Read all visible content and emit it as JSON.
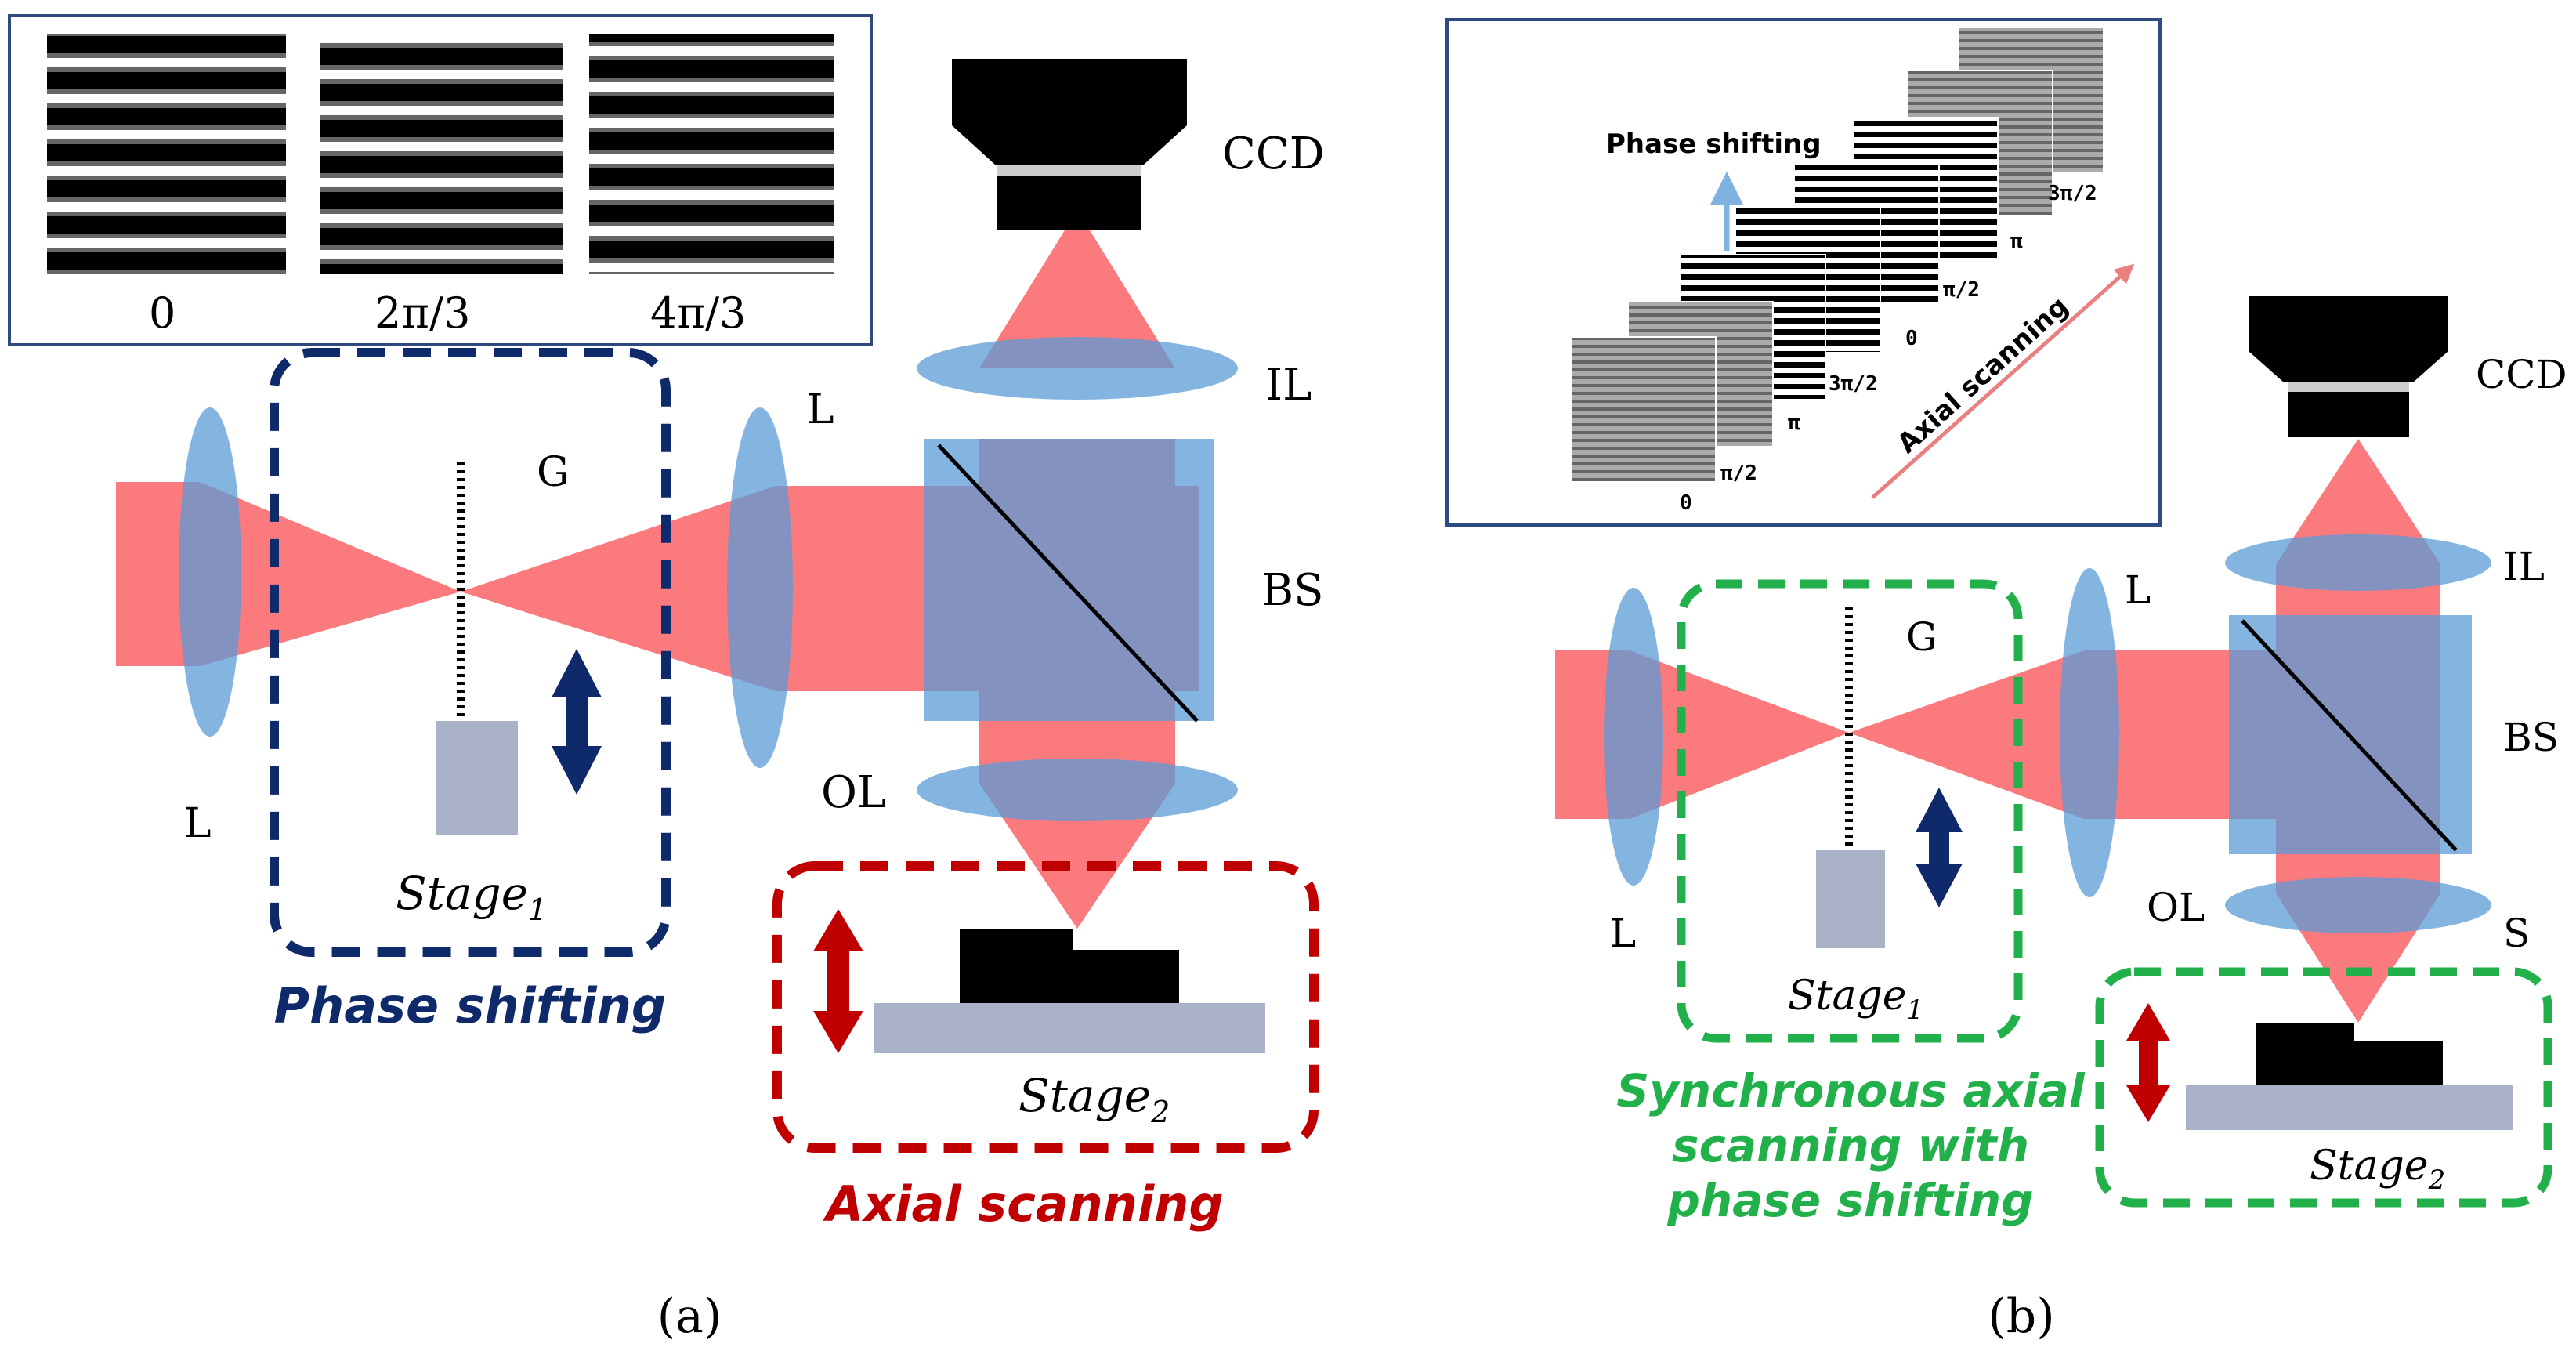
{
  "panel_a": {
    "inset_phase_labels": [
      "0",
      "2π/3",
      "4π/3"
    ],
    "labels": {
      "lens_left": "L",
      "lens_right": "L",
      "grating": "G",
      "stage1": "Stage",
      "stage1_sub": "1",
      "stage2": "Stage",
      "stage2_sub": "2",
      "ccd": "CCD",
      "imaging_lens": "IL",
      "beam_splitter": "BS",
      "objective_lens": "OL"
    },
    "caption_phase": "Phase shifting",
    "caption_axial": "Axial scanning",
    "panel_label": "(a)"
  },
  "panel_b": {
    "inset": {
      "phase_arrow_label": "Phase shifting",
      "axial_arrow_label": "Axial scanning",
      "frame_phase_labels": [
        "0",
        "π/2",
        "π",
        "3π/2",
        "0",
        "π/2",
        "π",
        "3π/2"
      ]
    },
    "labels": {
      "lens_left": "L",
      "lens_right": "L",
      "grating": "G",
      "stage1": "Stage",
      "stage1_sub": "1",
      "stage2": "Stage",
      "stage2_sub": "2",
      "ccd": "CCD",
      "imaging_lens": "IL",
      "beam_splitter": "BS",
      "objective_lens": "OL",
      "sample": "S"
    },
    "caption_lines": [
      "Synchronous axial",
      "scanning with",
      "phase shifting"
    ],
    "panel_label": "(b)"
  },
  "colors": {
    "beam": "#fb7a7e",
    "optics": "#5b9bd5",
    "stage": "#a9b2c6",
    "navy": "#0f2a6b",
    "red": "#c00000",
    "green": "#22b04b"
  }
}
